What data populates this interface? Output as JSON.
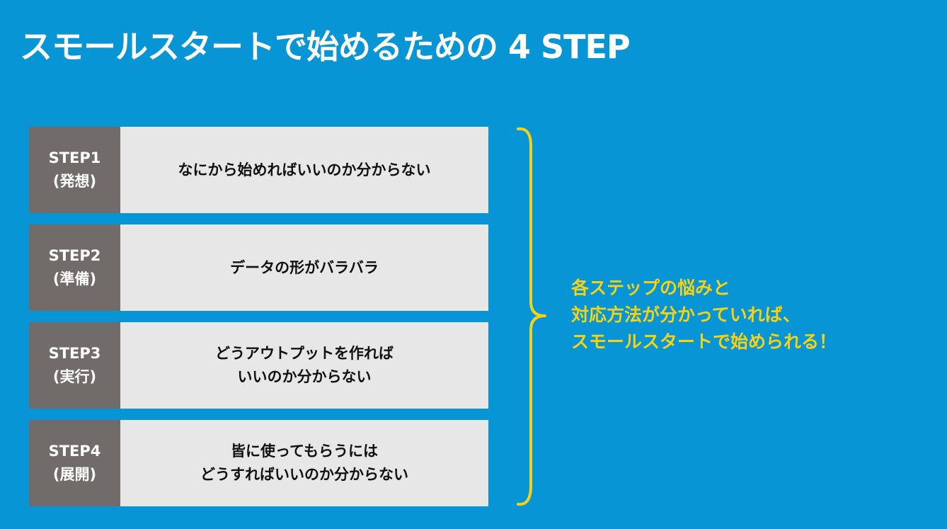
{
  "title": "スモールスタートで始めるための 4 STEP",
  "steps": [
    {
      "label_line1": "STEP1",
      "label_line2": "(発想)",
      "text_line1": "なにから始めればいいのか分からない",
      "text_line2": ""
    },
    {
      "label_line1": "STEP2",
      "label_line2": "(準備)",
      "text_line1": "データの形がバラバラ",
      "text_line2": ""
    },
    {
      "label_line1": "STEP3",
      "label_line2": "(実行)",
      "text_line1": "どうアウトプットを作れば",
      "text_line2": "いいのか分からない"
    },
    {
      "label_line1": "STEP4",
      "label_line2": "(展開)",
      "text_line1": "皆に使ってもらうには",
      "text_line2": "どうすればいいのか分からない"
    }
  ],
  "callout": {
    "lines": [
      "各ステップの悩みと",
      "対応方法が分かっていれば、",
      "スモールスタートで始められる！"
    ]
  },
  "colors": {
    "background": "#0795d6",
    "step_label_bg": "#716b69",
    "step_body_bg": "#e7e7e7",
    "accent": "#f5d214"
  }
}
